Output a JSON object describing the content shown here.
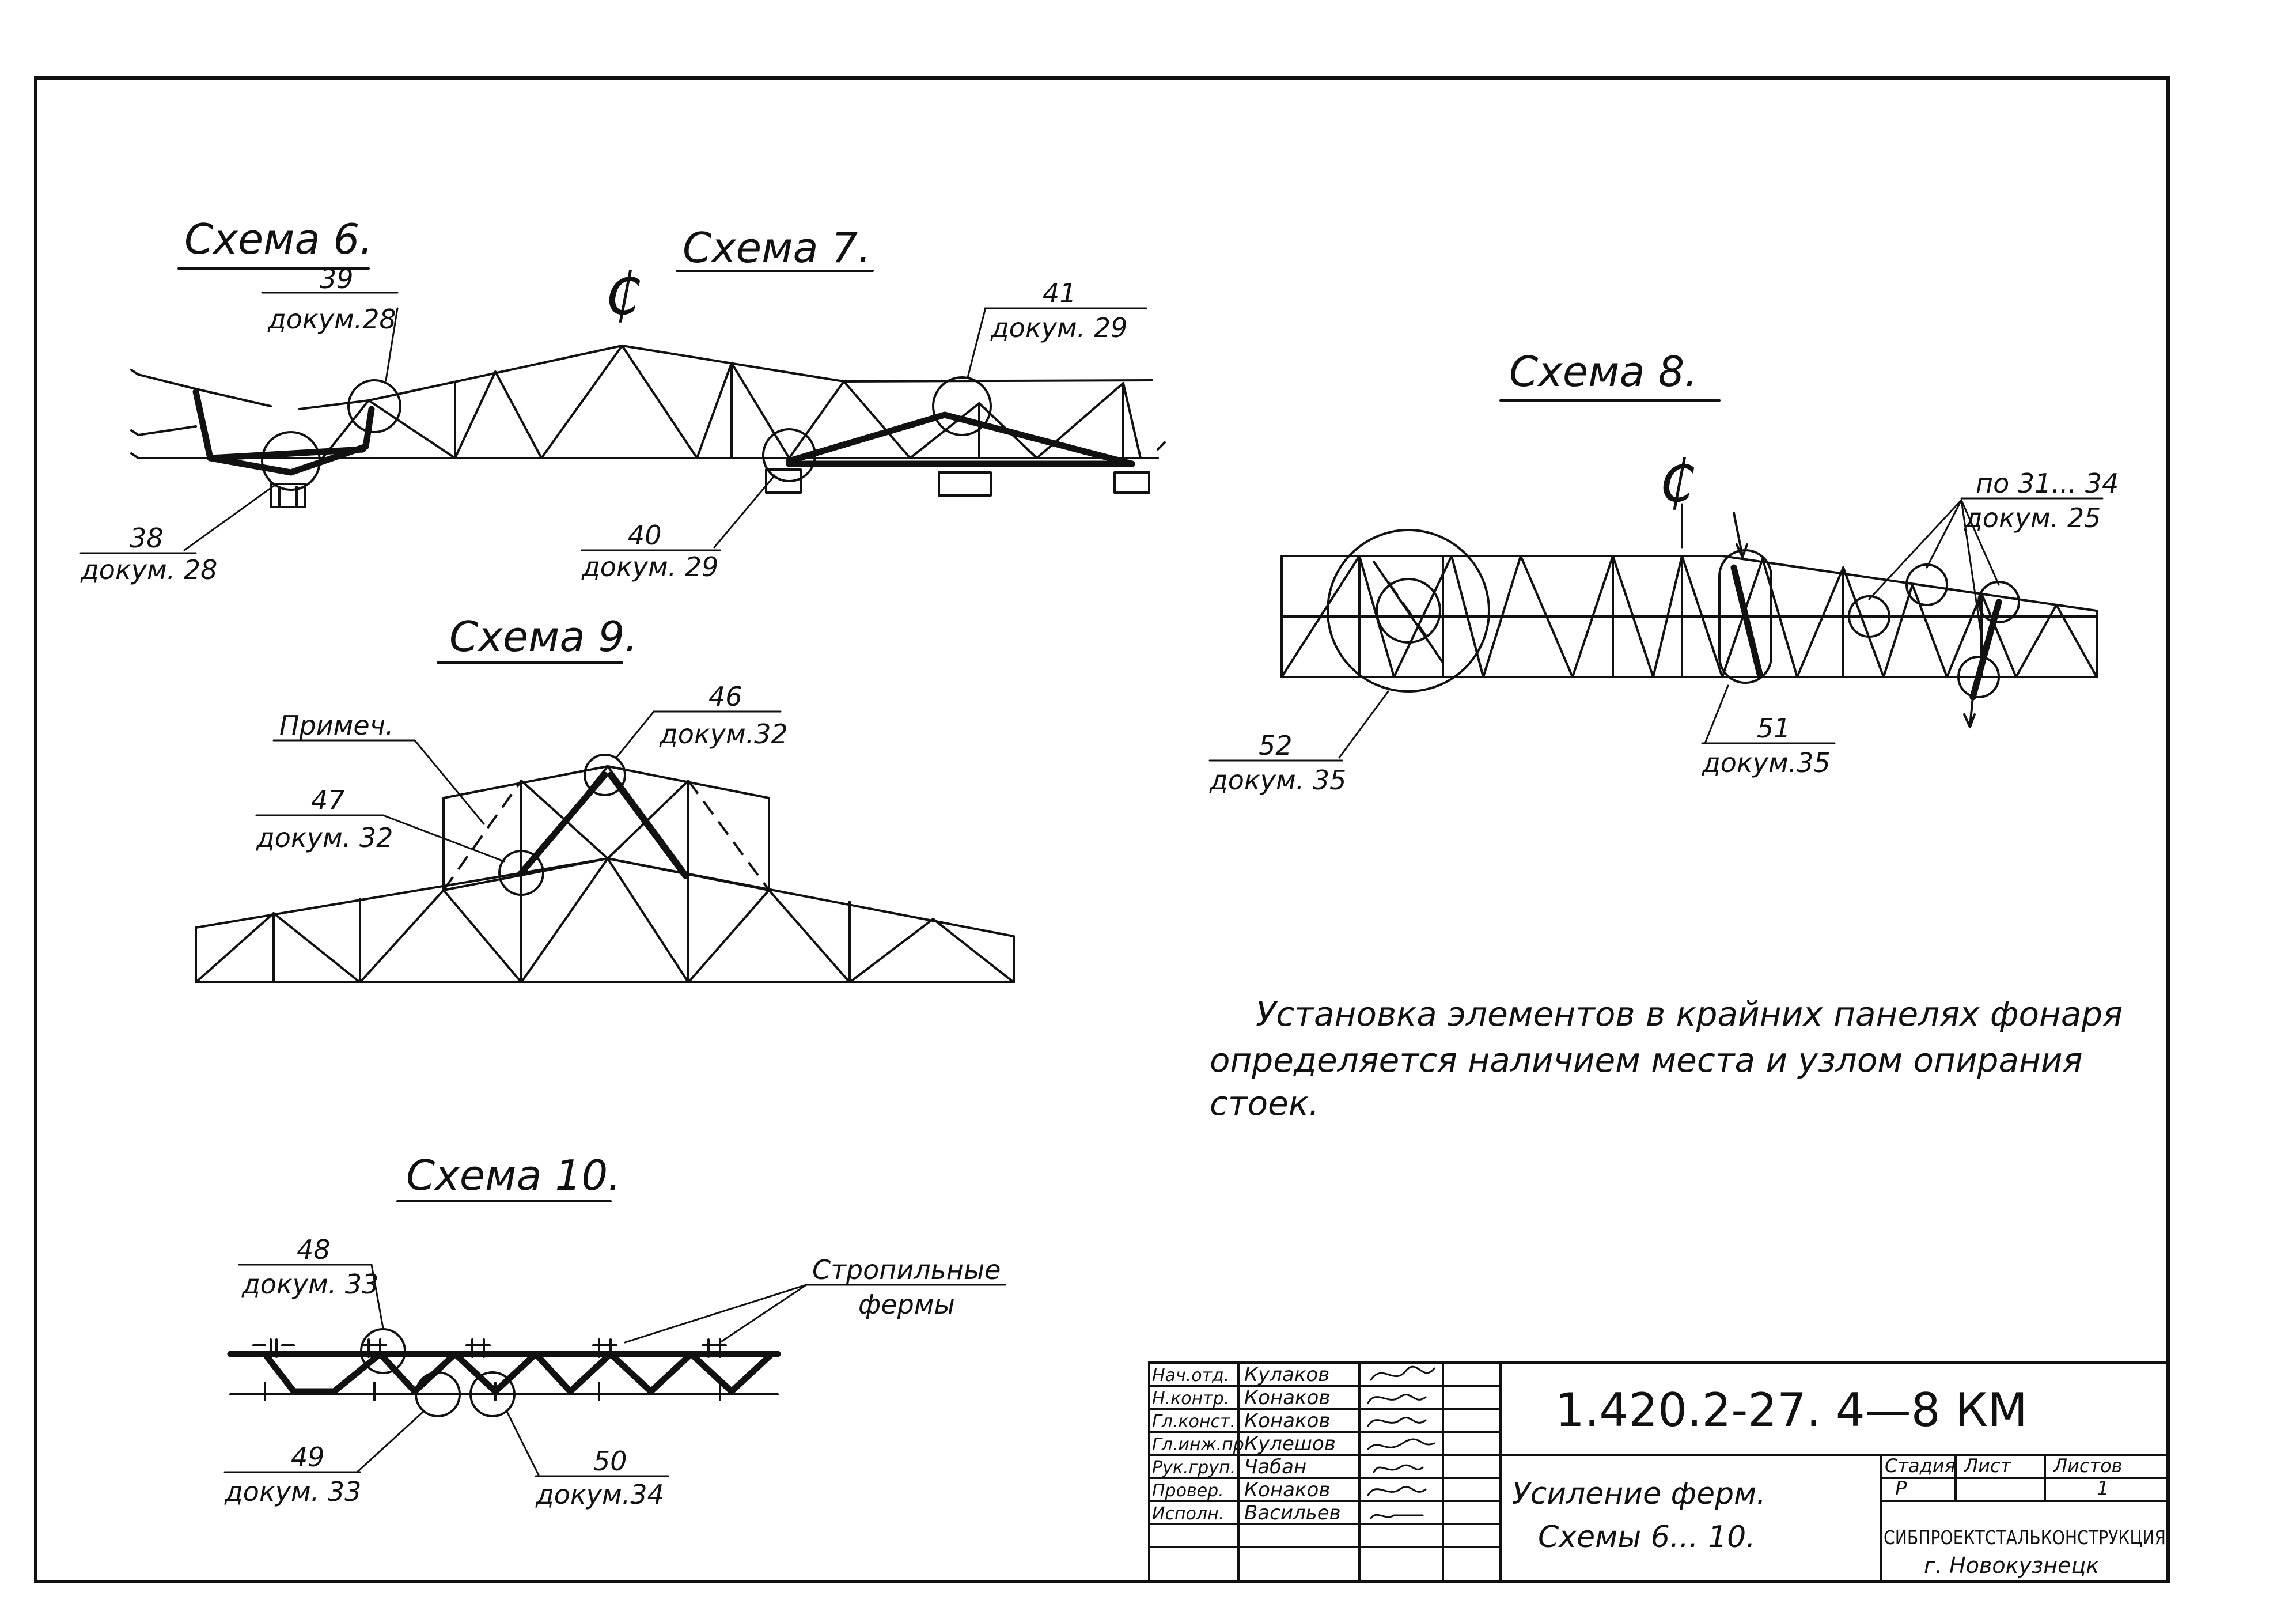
{
  "schemes": {
    "s6": {
      "title": "Схема 6.",
      "callouts": [
        {
          "num": "39",
          "doc": "докум.28"
        },
        {
          "num": "38",
          "doc": "докум. 28"
        }
      ]
    },
    "s7": {
      "title": "Схема 7.",
      "callouts": [
        {
          "num": "41",
          "doc": "докум. 29"
        },
        {
          "num": "40",
          "doc": "докум. 29"
        }
      ]
    },
    "s8": {
      "title": "Схема 8.",
      "callouts": [
        {
          "num": "по 31... 34",
          "doc": "докум. 25"
        },
        {
          "num": "52",
          "doc": "докум. 35"
        },
        {
          "num": "51",
          "doc": "докум.35"
        }
      ]
    },
    "s9": {
      "title": "Схема 9.",
      "note_label": "Примеч.",
      "callouts": [
        {
          "num": "46",
          "doc": "докум.32"
        },
        {
          "num": "47",
          "doc": "докум. 32"
        }
      ]
    },
    "s10": {
      "title": "Схема 10.",
      "rafter_label_1": "Стропильные",
      "rafter_label_2": "фермы",
      "callouts": [
        {
          "num": "48",
          "doc": "докум. 33"
        },
        {
          "num": "49",
          "doc": "докум. 33"
        },
        {
          "num": "50",
          "doc": "докум.34"
        }
      ]
    }
  },
  "centerline_symbol": "₵",
  "note": {
    "line1": "Установка   элементов в крайних панелях фонаря",
    "line2": "определяется   наличием   места  и узлом  опирания",
    "line3": "стоек."
  },
  "title_block": {
    "doc_code": "1.420.2-27. 4—8 КМ",
    "description_line1": "Усиление  ферм.",
    "description_line2": "Схемы  6... 10.",
    "stage_header": "Стадия",
    "sheet_header": "Лист",
    "sheets_header": "Листов",
    "stage_value": "Р",
    "sheet_value": "",
    "sheets_value": "1",
    "organization": "СИБПРОЕКТСТАЛЬКОНСТРУКЦИЯ",
    "city": "г. Новокузнецк",
    "staff": [
      {
        "role": "Нач.отд.",
        "name": "Кулаков"
      },
      {
        "role": "Н.контр.",
        "name": "Конаков"
      },
      {
        "role": "Гл.конст.",
        "name": "Конаков"
      },
      {
        "role": "Гл.инж.пр.",
        "name": "Кулешов"
      },
      {
        "role": "Рук.груп.",
        "name": "Чабан"
      },
      {
        "role": "Провер.",
        "name": "Конаков"
      },
      {
        "role": "Исполн.",
        "name": "Васильев"
      }
    ]
  }
}
